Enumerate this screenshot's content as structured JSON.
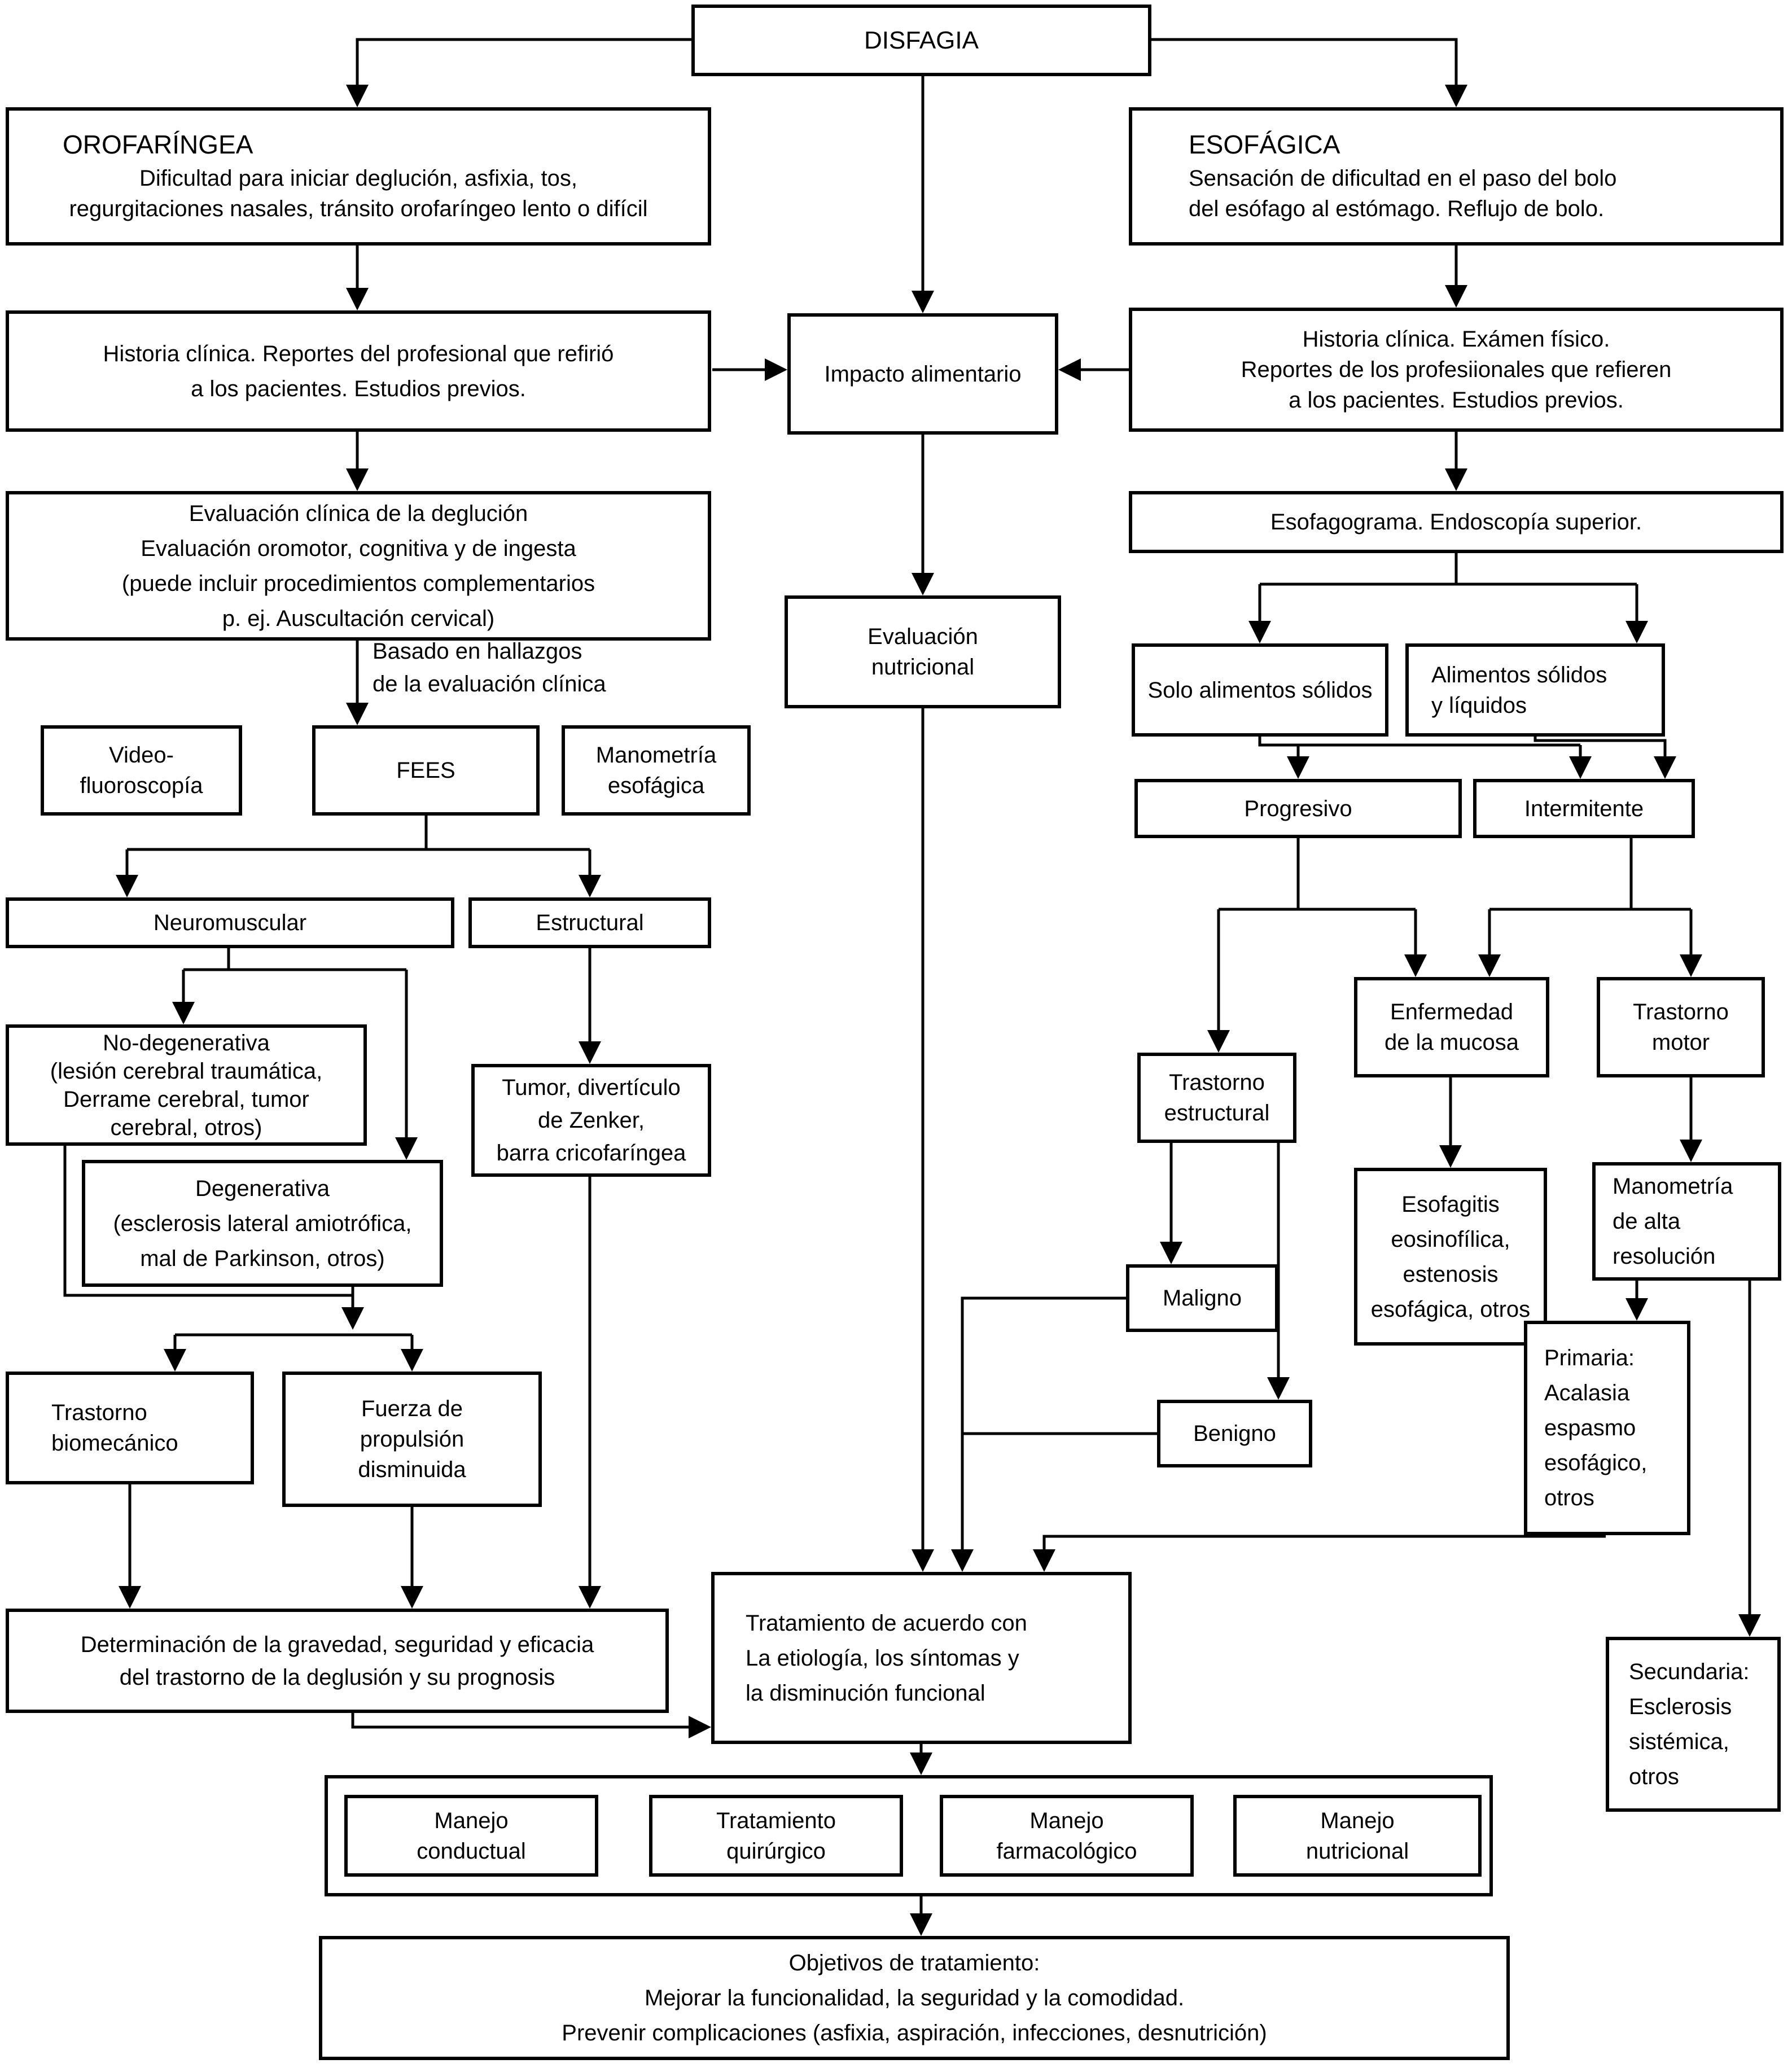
{
  "nodes": {
    "disfagia": {
      "label": "DISFAGIA"
    },
    "orofaringea": {
      "title": "OROFARÍNGEA",
      "line1": "Dificultad para iniciar deglución, asfixia, tos,",
      "line2": "regurgitaciones nasales, tránsito orofaríngeo lento o difícil"
    },
    "esofagica": {
      "title": "ESOFÁGICA",
      "line1": "Sensación de dificultad en el paso del bolo",
      "line2": "del esófago al estómago. Reflujo de bolo."
    },
    "historia_izq": {
      "line1": "Historia clínica. Reportes del profesional que refirió",
      "line2": "a los pacientes. Estudios previos."
    },
    "impacto": {
      "label": "Impacto alimentario"
    },
    "historia_der": {
      "line1": "Historia clínica. Exámen físico.",
      "line2": "Reportes de los profesiionales que refieren",
      "line3": "a los pacientes. Estudios previos."
    },
    "evaluacion_clinica": {
      "line1": "Evaluación clínica de la deglución",
      "line2": "Evaluación oromotor, cognitiva y de ingesta",
      "line3": "(puede incluir procedimientos complementarios",
      "line4": "p. ej. Auscultación cervical)"
    },
    "basado_label": {
      "line1": "Basado en hallazgos",
      "line2": "de la evaluación clínica"
    },
    "esofagograma": {
      "label": "Esofagograma. Endoscopía superior."
    },
    "video": {
      "line1": "Video-",
      "line2": "fluoroscopía"
    },
    "fees": {
      "label": "FEES"
    },
    "manometria_esofagica": {
      "line1": "Manometría",
      "line2": "esofágica"
    },
    "evaluacion_nutricional": {
      "line1": "Evaluación",
      "line2": "nutricional"
    },
    "solo_solidos": {
      "label": "Solo alimentos sólidos"
    },
    "solidos_liquidos": {
      "line1": "Alimentos sólidos",
      "line2": "y líquidos"
    },
    "progresivo": {
      "label": "Progresivo"
    },
    "intermitente": {
      "label": "Intermitente"
    },
    "neuromuscular": {
      "label": "Neuromuscular"
    },
    "estructural": {
      "label": "Estructural"
    },
    "no_degenerativa": {
      "line1": "No-degenerativa",
      "line2": "(lesión cerebral traumática,",
      "line3": "Derrame cerebral, tumor",
      "line4": "cerebral, otros)"
    },
    "degenerativa": {
      "line1": "Degenerativa",
      "line2": "(esclerosis lateral amiotrófica,",
      "line3": "mal de Parkinson, otros)"
    },
    "tumor": {
      "line1": "Tumor, divertículo",
      "line2": "de Zenker,",
      "line3": "barra cricofaríngea"
    },
    "trastorno_estructural": {
      "line1": "Trastorno",
      "line2": "estructural"
    },
    "enfermedad_mucosa": {
      "line1": "Enfermedad",
      "line2": "de la mucosa"
    },
    "trastorno_motor": {
      "line1": "Trastorno",
      "line2": "motor"
    },
    "esofagitis": {
      "line1": "Esofagitis",
      "line2": "eosinofílica,",
      "line3": "estenosis",
      "line4": "esofágica, otros"
    },
    "manometria_alta": {
      "line1": "Manometría",
      "line2": "de alta",
      "line3": "resolución"
    },
    "maligno": {
      "label": "Maligno"
    },
    "benigno": {
      "label": "Benigno"
    },
    "trastorno_biomecanico": {
      "line1": "Trastorno",
      "line2": "biomecánico"
    },
    "fuerza": {
      "line1": "Fuerza de",
      "line2": "propulsión",
      "line3": "disminuida"
    },
    "primaria": {
      "line1": "Primaria:",
      "line2": "Acalasia",
      "line3": "espasmo",
      "line4": "esofágico,",
      "line5": "otros"
    },
    "secundaria": {
      "line1": "Secundaria:",
      "line2": "Esclerosis",
      "line3": "sistémica,",
      "line4": "otros"
    },
    "determinacion": {
      "line1": "Determinación de la gravedad, seguridad y eficacia",
      "line2": "del trastorno de la deglusión y su prognosis"
    },
    "tratamiento": {
      "line1": "Tratamiento de acuerdo con",
      "line2": "La etiología, los síntomas y",
      "line3": "la disminución funcional"
    },
    "manejo_conductual": {
      "line1": "Manejo",
      "line2": "conductual"
    },
    "tratamiento_quirurgico": {
      "line1": "Tratamiento",
      "line2": "quirúrgico"
    },
    "manejo_farmacologico": {
      "line1": "Manejo",
      "line2": "farmacológico"
    },
    "manejo_nutricional": {
      "line1": "Manejo",
      "line2": "nutricional"
    },
    "objetivos": {
      "line1": "Objetivos de tratamiento:",
      "line2": "Mejorar la funcionalidad, la seguridad y la comodidad.",
      "line3": "Prevenir complicaciones (asfixia, aspiración, infecciones, desnutrición)"
    }
  }
}
